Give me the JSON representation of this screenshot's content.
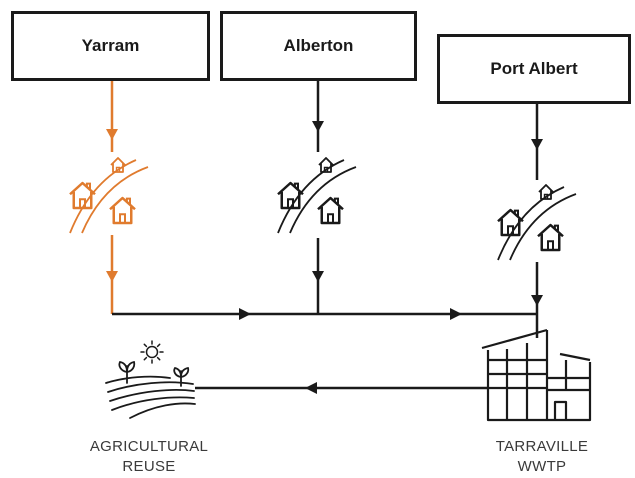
{
  "sources": [
    {
      "name": "Yarram",
      "color": "#e07b2e"
    },
    {
      "name": "Alberton",
      "color": "#1a1a1a"
    },
    {
      "name": "Port Albert",
      "color": "#1a1a1a"
    }
  ],
  "destinations": {
    "wwtp": {
      "line1": "TARRAVILLE",
      "line2": "WWTP"
    },
    "reuse": {
      "line1": "AGRICULTURAL",
      "line2": "REUSE"
    }
  },
  "colors": {
    "primary": "#1a1a1a",
    "accent": "#e07b2e",
    "caption": "#3a3a3a"
  },
  "icons": {
    "town": "town-houses-icon",
    "plant": "treatment-plant-icon",
    "farm": "farmland-icon",
    "sun": "sun-icon"
  }
}
